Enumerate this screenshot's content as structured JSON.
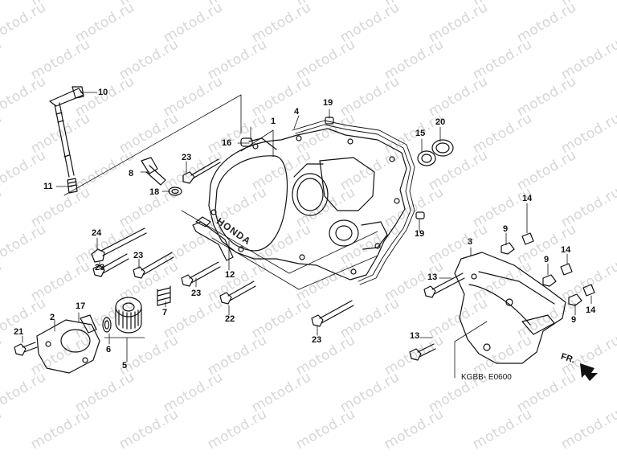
{
  "watermark": "motod.ru",
  "diagram_code": "KGBB- E0600",
  "direction_label": "FR.",
  "brand_text": "HONDA",
  "parts": [
    {
      "id": "p1",
      "label": "1"
    },
    {
      "id": "p2",
      "label": "2"
    },
    {
      "id": "p3",
      "label": "3"
    },
    {
      "id": "p4",
      "label": "4"
    },
    {
      "id": "p5",
      "label": "5"
    },
    {
      "id": "p6",
      "label": "6"
    },
    {
      "id": "p7",
      "label": "7"
    },
    {
      "id": "p8",
      "label": "8"
    },
    {
      "id": "p9a",
      "label": "9"
    },
    {
      "id": "p9b",
      "label": "9"
    },
    {
      "id": "p9c",
      "label": "9"
    },
    {
      "id": "p10",
      "label": "10"
    },
    {
      "id": "p11",
      "label": "11"
    },
    {
      "id": "p12",
      "label": "12"
    },
    {
      "id": "p13a",
      "label": "13"
    },
    {
      "id": "p13b",
      "label": "13"
    },
    {
      "id": "p14a",
      "label": "14"
    },
    {
      "id": "p14b",
      "label": "14"
    },
    {
      "id": "p14c",
      "label": "14"
    },
    {
      "id": "p15",
      "label": "15"
    },
    {
      "id": "p16",
      "label": "16"
    },
    {
      "id": "p17",
      "label": "17"
    },
    {
      "id": "p18",
      "label": "18"
    },
    {
      "id": "p19a",
      "label": "19"
    },
    {
      "id": "p19b",
      "label": "19"
    },
    {
      "id": "p20",
      "label": "20"
    },
    {
      "id": "p21",
      "label": "21"
    },
    {
      "id": "p22",
      "label": "22"
    },
    {
      "id": "p23a",
      "label": "23"
    },
    {
      "id": "p23b",
      "label": "23"
    },
    {
      "id": "p23c",
      "label": "23"
    },
    {
      "id": "p23d",
      "label": "23"
    },
    {
      "id": "p23e",
      "label": "23"
    },
    {
      "id": "p24",
      "label": "24"
    }
  ]
}
